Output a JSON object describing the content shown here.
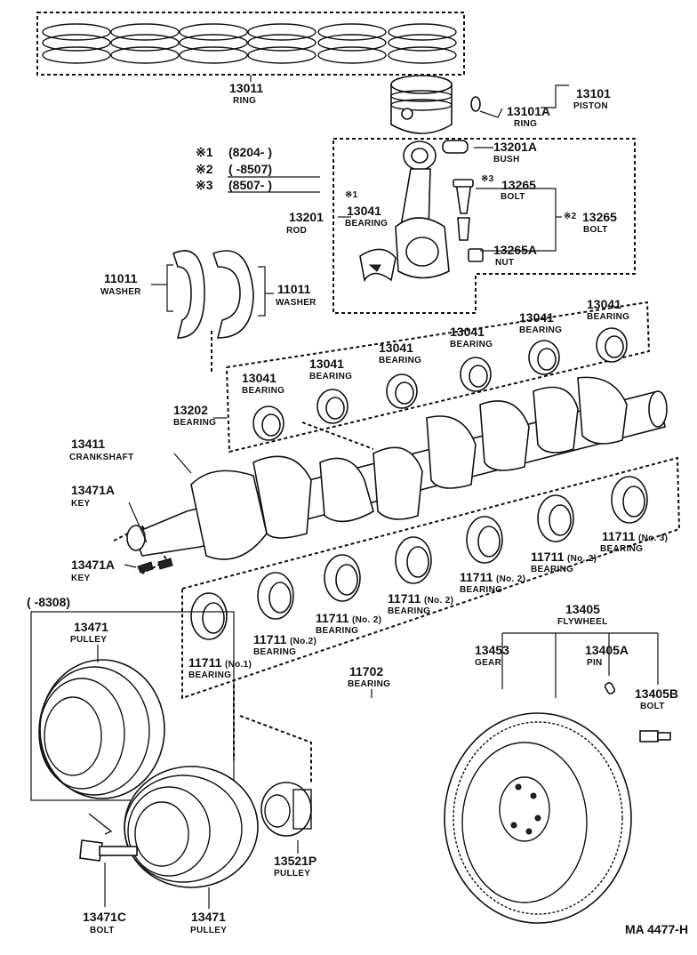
{
  "diagram_id": "MA 4477-H",
  "notes": [
    {
      "mark": "※1",
      "range": "(8204-      )"
    },
    {
      "mark": "※2",
      "range": "(        -8507)"
    },
    {
      "mark": "※3",
      "range": "(8507-      )"
    }
  ],
  "pulley_range": "(      -8308)",
  "callouts": [
    {
      "id": "ring_set",
      "number": "13011",
      "name": "RING"
    },
    {
      "id": "piston",
      "number": "13101",
      "name": "PISTON"
    },
    {
      "id": "piston_ring",
      "number": "13101A",
      "name": "RING"
    },
    {
      "id": "bush",
      "number": "13201A",
      "name": "BUSH"
    },
    {
      "id": "rod_bolt_3",
      "number": "13265",
      "name": "BOLT",
      "mark": "※3"
    },
    {
      "id": "rod_bolt_2",
      "number": "13265",
      "name": "BOLT",
      "mark": "※2"
    },
    {
      "id": "rod_bearing",
      "number": "13041",
      "name": "BEARING",
      "mark": "※1"
    },
    {
      "id": "rod",
      "number": "13201",
      "name": "ROD"
    },
    {
      "id": "nut",
      "number": "13265A",
      "name": "NUT"
    },
    {
      "id": "washer_l",
      "number": "11011",
      "name": "WASHER"
    },
    {
      "id": "washer_r",
      "number": "11011",
      "name": "WASHER"
    },
    {
      "id": "brg_a",
      "number": "13041",
      "name": "BEARING"
    },
    {
      "id": "brg_b",
      "number": "13041",
      "name": "BEARING"
    },
    {
      "id": "brg_c",
      "number": "13041",
      "name": "BEARING"
    },
    {
      "id": "brg_d",
      "number": "13041",
      "name": "BEARING"
    },
    {
      "id": "brg_e",
      "number": "13041",
      "name": "BEARING"
    },
    {
      "id": "brg_f",
      "number": "13041",
      "name": "BEARING"
    },
    {
      "id": "brg_set",
      "number": "13202",
      "name": "BEARING"
    },
    {
      "id": "crankshaft",
      "number": "13411",
      "name": "CRANKSHAFT"
    },
    {
      "id": "key_1",
      "number": "13471A",
      "name": "KEY"
    },
    {
      "id": "key_2",
      "number": "13471A",
      "name": "KEY"
    },
    {
      "id": "mb_no3",
      "number": "11711",
      "name": "BEARING",
      "suffix": "(No. 3)"
    },
    {
      "id": "mb_no2_a",
      "number": "11711",
      "name": "BEARING",
      "suffix": "(No. 2)"
    },
    {
      "id": "mb_no2_b",
      "number": "11711",
      "name": "BEARING",
      "suffix": "(No. 2)"
    },
    {
      "id": "mb_no2_c",
      "number": "11711",
      "name": "BEARING",
      "suffix": "(No. 2)"
    },
    {
      "id": "mb_no2_d",
      "number": "11711",
      "name": "BEARING",
      "suffix": "(No. 2)"
    },
    {
      "id": "mb_no2_e",
      "number": "11711",
      "name": "BEARING",
      "suffix": "(No.2)"
    },
    {
      "id": "mb_no1",
      "number": "11711",
      "name": "BEARING",
      "suffix": "(No.1)"
    },
    {
      "id": "mb_set",
      "number": "11702",
      "name": "BEARING"
    },
    {
      "id": "flywheel",
      "number": "13405",
      "name": "FLYWHEEL"
    },
    {
      "id": "gear",
      "number": "13453",
      "name": "GEAR"
    },
    {
      "id": "pin",
      "number": "13405A",
      "name": "PIN"
    },
    {
      "id": "fw_bolt",
      "number": "13405B",
      "name": "BOLT"
    },
    {
      "id": "pulley_old",
      "number": "13471",
      "name": "PULLEY"
    },
    {
      "id": "pulley_new",
      "number": "13471",
      "name": "PULLEY"
    },
    {
      "id": "timing_pulley",
      "number": "13521P",
      "name": "PULLEY"
    },
    {
      "id": "pulley_bolt",
      "number": "13471C",
      "name": "BOLT"
    }
  ]
}
